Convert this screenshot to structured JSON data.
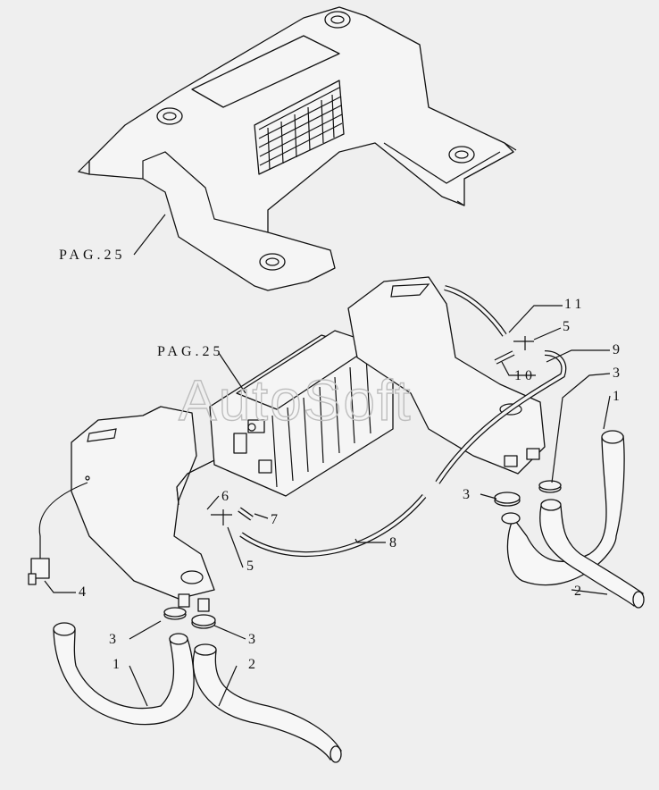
{
  "watermark": "AutoSoft",
  "page_refs": [
    "PAG.25",
    "PAG.25"
  ],
  "callouts": [
    "11",
    "5",
    "9",
    "10",
    "3",
    "1",
    "3",
    "2",
    "6",
    "7",
    "8",
    "5",
    "4",
    "3",
    "3",
    "1",
    "2"
  ]
}
